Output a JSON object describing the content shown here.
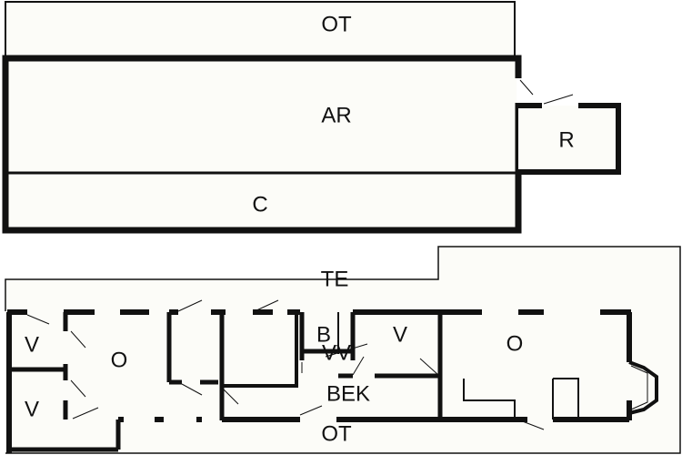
{
  "colors": {
    "wall": "#111111",
    "floor": "#fcfcf8",
    "background": "#ffffff"
  },
  "upper_building": {
    "outdoor_top": "OT",
    "main_room": "AR",
    "annex_room": "R",
    "lower_room": "C"
  },
  "lower_building": {
    "terrace": "TE",
    "room_v_top_left": "V",
    "room_v_bottom_left": "V",
    "room_o_left": "O",
    "room_b": "B",
    "room_vv": "VV",
    "room_v_middle": "V",
    "room_o_right": "O",
    "room_bek": "BEK",
    "outdoor_bottom": "OT"
  }
}
